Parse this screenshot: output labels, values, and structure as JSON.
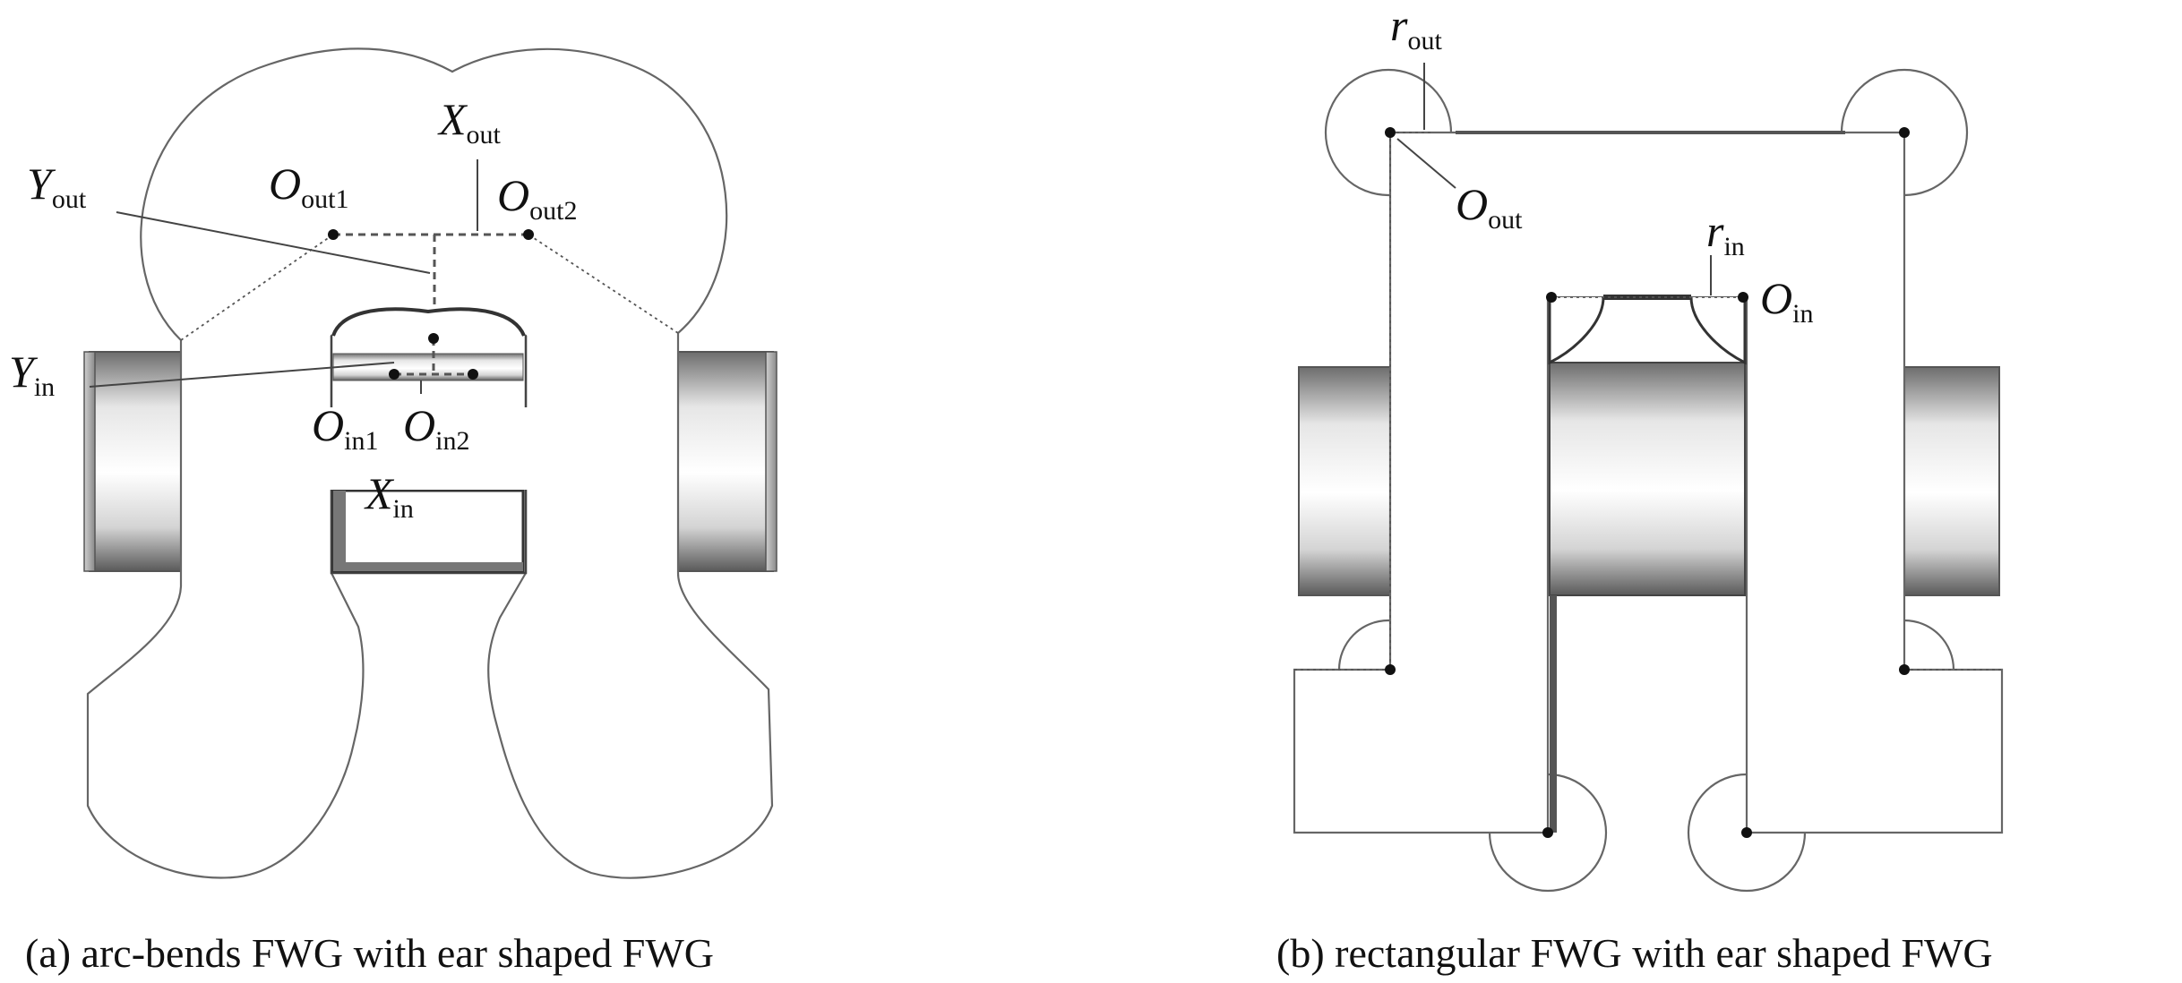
{
  "panel_a": {
    "caption": "(a) arc-bends FWG with ear shaped FWG",
    "labels": {
      "x_out": {
        "main": "X",
        "sub": "out"
      },
      "y_out": {
        "main": "Y",
        "sub": "out"
      },
      "o_out1": {
        "main": "O",
        "sub": "out1"
      },
      "o_out2": {
        "main": "O",
        "sub": "out2"
      },
      "y_in": {
        "main": "Y",
        "sub": "in"
      },
      "o_in1": {
        "main": "O",
        "sub": "in1"
      },
      "o_in2": {
        "main": "O",
        "sub": "in2"
      },
      "x_in": {
        "main": "X",
        "sub": "in"
      }
    }
  },
  "panel_b": {
    "caption": "(b) rectangular FWG with ear shaped FWG",
    "labels": {
      "r_out": {
        "main": "r",
        "sub": "out"
      },
      "o_out": {
        "main": "O",
        "sub": "out"
      },
      "r_in": {
        "main": "r",
        "sub": "in"
      },
      "o_in": {
        "main": "O",
        "sub": "in"
      }
    }
  }
}
